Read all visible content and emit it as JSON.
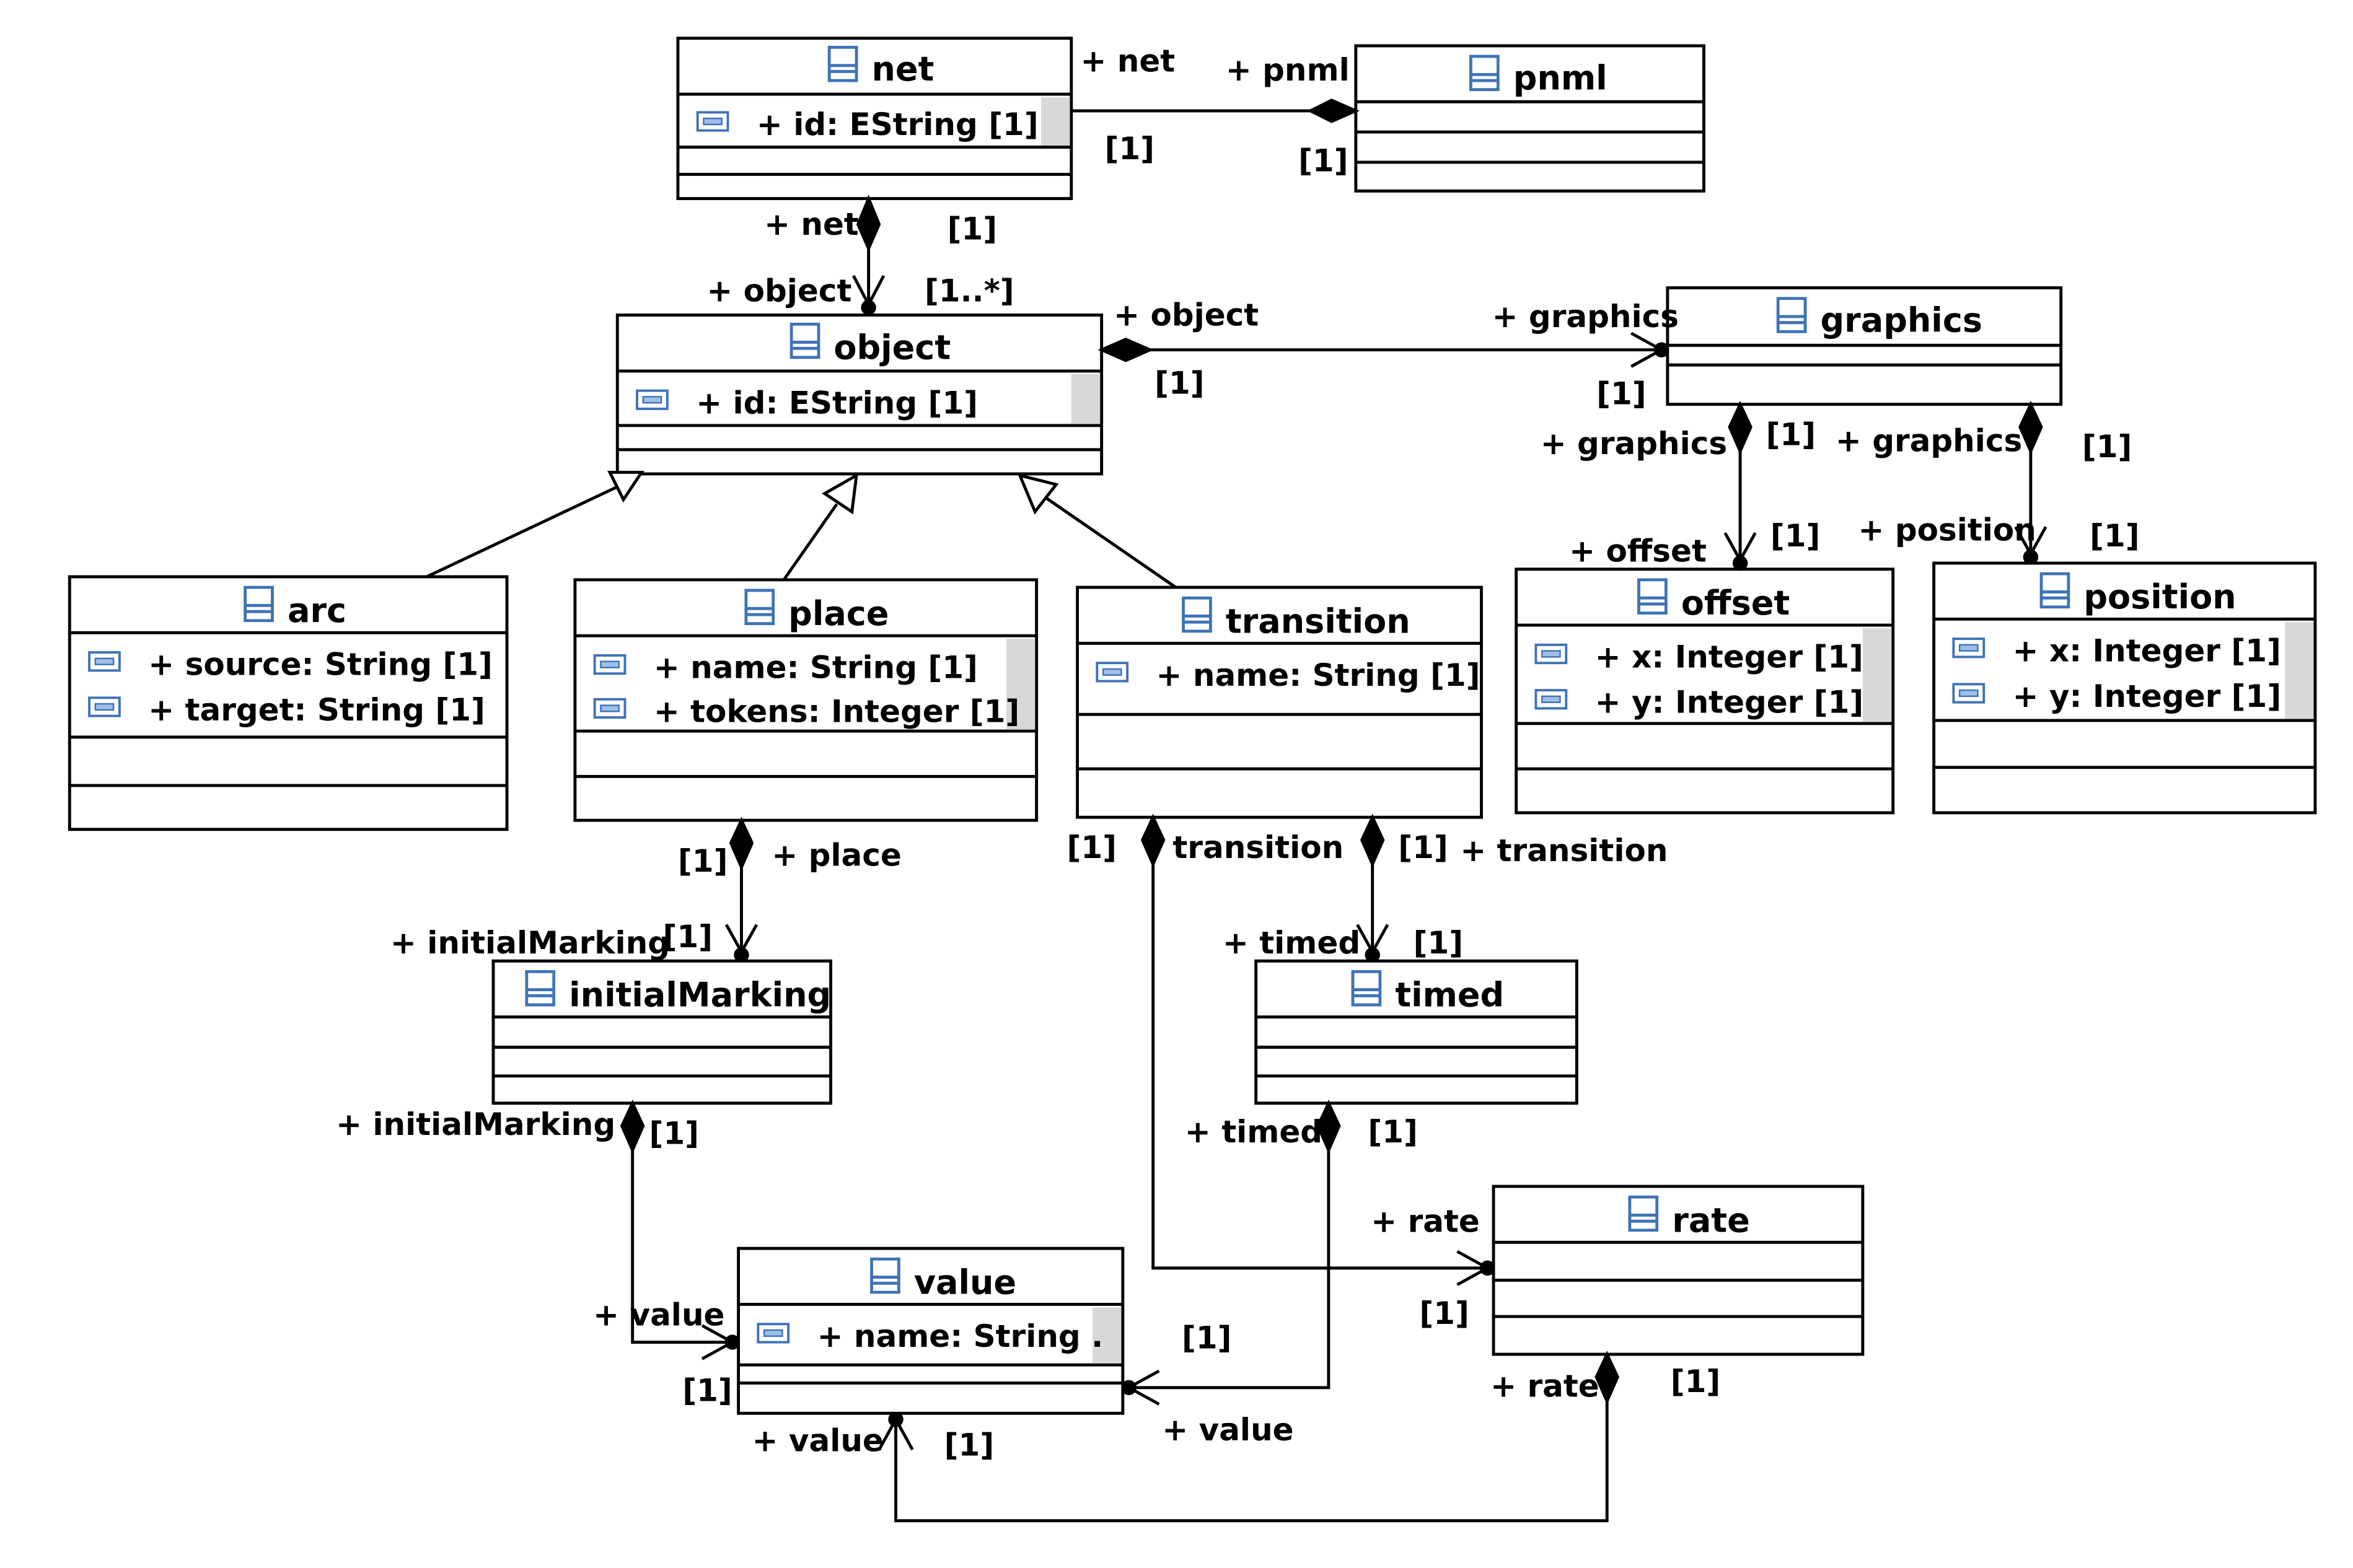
{
  "diagram": {
    "classes": [
      {
        "id": "net",
        "name": "net",
        "attributes": [
          "id: EString [1]"
        ]
      },
      {
        "id": "pnml",
        "name": "pnml",
        "attributes": []
      },
      {
        "id": "object",
        "name": "object",
        "attributes": [
          "id: EString [1]"
        ]
      },
      {
        "id": "graphics",
        "name": "graphics",
        "attributes": []
      },
      {
        "id": "arc",
        "name": "arc",
        "attributes": [
          "source: String [1]",
          "target: String [1]"
        ]
      },
      {
        "id": "place",
        "name": "place",
        "attributes": [
          "name: String [1]",
          "tokens: Integer [1]"
        ]
      },
      {
        "id": "transition",
        "name": "transition",
        "attributes": [
          "name: String [1]"
        ]
      },
      {
        "id": "offset",
        "name": "offset",
        "attributes": [
          "x: Integer [1]",
          "y: Integer [1]"
        ]
      },
      {
        "id": "position",
        "name": "position",
        "attributes": [
          "x: Integer [1]",
          "y: Integer [1]"
        ]
      },
      {
        "id": "initialMarking",
        "name": "initialMarking",
        "attributes": []
      },
      {
        "id": "timed",
        "name": "timed",
        "attributes": []
      },
      {
        "id": "rate",
        "name": "rate",
        "attributes": []
      },
      {
        "id": "value",
        "name": "value",
        "attributes": [
          "name: String ."
        ]
      }
    ],
    "association_labels": {
      "net_pnml_role": "+ net",
      "pnml_net_role": "+ pnml",
      "net_pnml_mult_a": "[1]",
      "net_pnml_mult_b": "[1]",
      "net_object_role": "+ net",
      "net_object_mult_a": "[1]",
      "object_role": "+ object",
      "object_mult": "[1..*]",
      "object_graphics_role": "+ object",
      "object_graphics_mult_a": "[1]",
      "graphics_role": "+ graphics",
      "graphics_mult": "[1]",
      "graphics_offset_role": "+ graphics",
      "graphics_offset_mult_a": "[1]",
      "offset_role": "+ offset",
      "offset_mult": "[1]",
      "graphics_position_role": "+ graphics",
      "graphics_position_mult_a": "[1]",
      "position_role": "+ position",
      "position_mult": "[1]",
      "place_mult": "[1]",
      "place_role": "+ place",
      "initialMarking_role": "+ initialMarking",
      "initialMarking_mult": "[1]",
      "transition_rate_mult": "[1]",
      "transition_rate_role": "transition",
      "transition_timed_mult": "[1]",
      "transition_timed_role": "+ transition",
      "timed_role": "+ timed",
      "timed_mult": "[1]",
      "initialMarking_value_role": "+ initialMarking",
      "initialMarking_value_mult": "[1]",
      "timed_value_role": "+ timed",
      "timed_value_mult": "[1]",
      "rate_role": "+ rate",
      "rate_mult": "[1]",
      "value_role_1": "+ value",
      "value_mult_1": "[1]",
      "value_mult_2": "[1]",
      "value_role_2": "+ value",
      "rate_value_role": "+ rate",
      "rate_value_mult": "[1]",
      "value_role_3": "+ value",
      "value_mult_3": "[1]"
    }
  }
}
